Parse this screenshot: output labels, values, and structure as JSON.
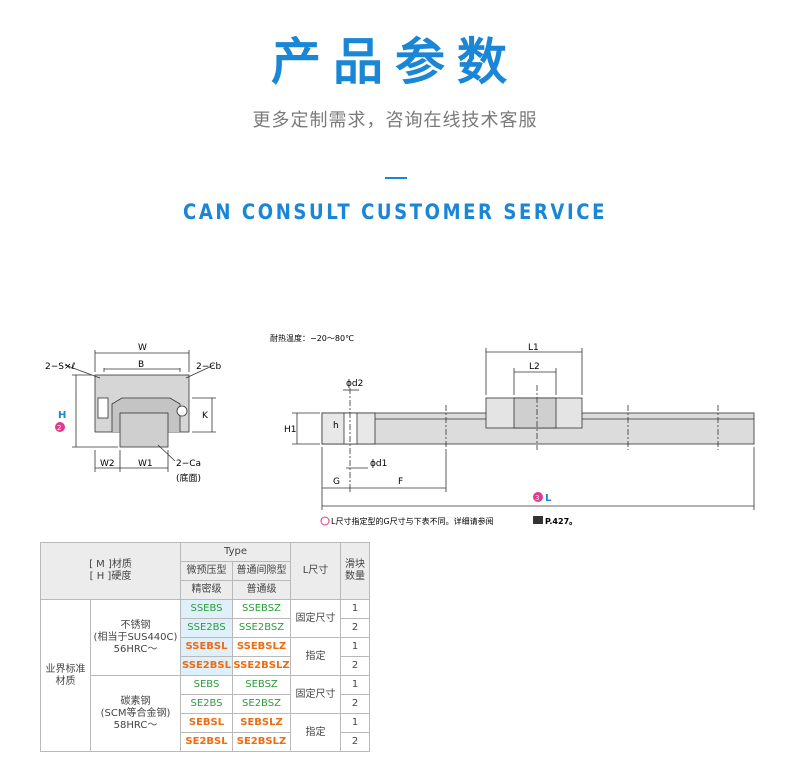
{
  "header": {
    "title": "产品参数",
    "subtitle": "更多定制需求，咨询在线技术客服",
    "english": "CAN CONSULT CUSTOMER SERVICE"
  },
  "drawing": {
    "temp": "耐热温度：−20～80℃",
    "note": "L尺寸指定型的G尺寸与下表不同。详细请参阅",
    "note_ref": "P.427。",
    "lbl_W": "W",
    "lbl_B": "B",
    "lbl_2S": "2−S×ℓ",
    "lbl_2Cb": "2−Cb",
    "lbl_H": "H",
    "lbl_2": "2",
    "lbl_K": "K",
    "lbl_W2": "W2",
    "lbl_W1": "W1",
    "lbl_2Ca": "2−Ca",
    "lbl_bottom": "(底面)",
    "lbl_L1": "L1",
    "lbl_L2": "L2",
    "lbl_d2": "ϕd2",
    "lbl_d1": "ϕd1",
    "lbl_H1": "H1",
    "lbl_h": "h",
    "lbl_G": "G",
    "lbl_F": "F",
    "lbl_3": "3",
    "lbl_L": "L"
  },
  "table": {
    "head_material": "[ M ]材质",
    "head_hardness": "[ H ]硬度",
    "head_type": "Type",
    "head_preload": "微预压型",
    "head_normal": "普通间隙型",
    "head_lsize": "L尺寸",
    "head_blocks": "滑块数量",
    "head_precision": "精密级",
    "head_ordinary": "普通级",
    "group_industry": "业界标准材质",
    "stainless": "不锈钢",
    "stainless_eq": "(相当于SUS440C)",
    "stainless_hrc": "56HRC～",
    "carbon": "碳素钢",
    "carbon_eq": "(SCM等合金钢)",
    "carbon_hrc": "58HRC～",
    "fixed": "固定尺寸",
    "specified": "指定",
    "rows": [
      {
        "a": "SSEBS",
        "b": "SSEBSZ",
        "n": "1"
      },
      {
        "a": "SSE2BS",
        "b": "SSE2BSZ",
        "n": "2"
      },
      {
        "a": "SSEBSL",
        "b": "SSEBSLZ",
        "n": "1"
      },
      {
        "a": "SSE2BSL",
        "b": "SSE2BSLZ",
        "n": "2"
      },
      {
        "a": "SEBS",
        "b": "SEBSZ",
        "n": "1"
      },
      {
        "a": "SE2BS",
        "b": "SE2BSZ",
        "n": "2"
      },
      {
        "a": "SEBSL",
        "b": "SEBSLZ",
        "n": "1"
      },
      {
        "a": "SE2BSL",
        "b": "SE2BSLZ",
        "n": "2"
      }
    ]
  }
}
